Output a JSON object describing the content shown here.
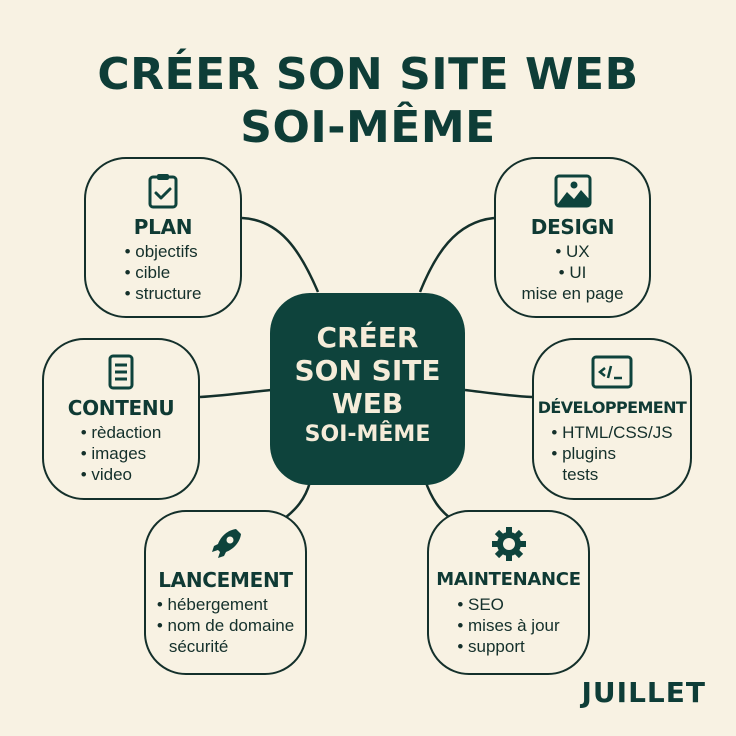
{
  "title": {
    "line1": "CRÉER SON SITE WEB",
    "line2": "SOI-MÊME"
  },
  "center": {
    "line1": "CRÉER",
    "line2": "SON SITE",
    "line3": "WEB",
    "line4": "SOI-MÊME"
  },
  "nodes": {
    "plan": {
      "icon": "clipboard-check-icon",
      "label": "PLAN",
      "items": [
        "• objectifs",
        "• cible",
        "• structure"
      ]
    },
    "design": {
      "icon": "image-icon",
      "label": "DESIGN",
      "items": [
        "• UX",
        "• UI",
        "mise en page"
      ]
    },
    "contenu": {
      "icon": "document-icon",
      "label": "CONTENU",
      "items": [
        "• rèdaction",
        "• images",
        "• video"
      ]
    },
    "developpement": {
      "icon": "code-terminal-icon",
      "label": "DÉVELOPPEMENT",
      "items": [
        "• HTML/CSS/JS",
        "• plugins",
        "tests"
      ]
    },
    "lancement": {
      "icon": "rocket-icon",
      "label": "LANCEMENT",
      "items": [
        "• hébergement",
        "• nom de domaine",
        "sécurité"
      ]
    },
    "maintenance": {
      "icon": "gear-icon",
      "label": "MAINTENANCE",
      "items": [
        "• SEO",
        "• mises à jour",
        "• support"
      ]
    }
  },
  "footer": {
    "label": "JUILLET"
  },
  "colors": {
    "background": "#f8f2e3",
    "primary": "#0e433c",
    "text": "#12352f",
    "center_text": "#f5ecd9"
  }
}
